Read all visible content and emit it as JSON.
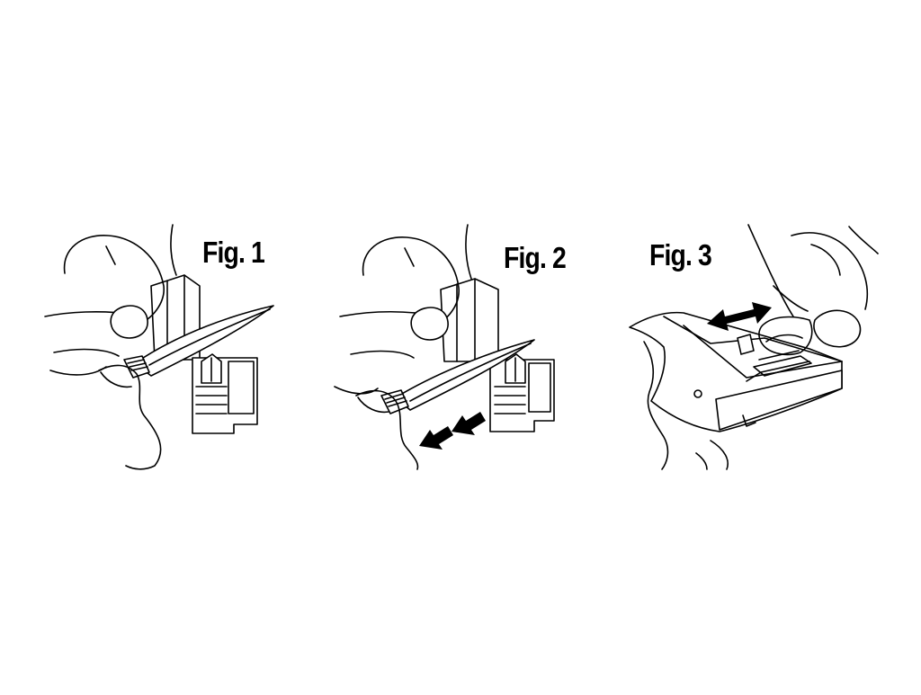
{
  "figures": [
    {
      "label": "Fig. 1"
    },
    {
      "label": "Fig. 2"
    },
    {
      "label": "Fig. 3"
    }
  ]
}
